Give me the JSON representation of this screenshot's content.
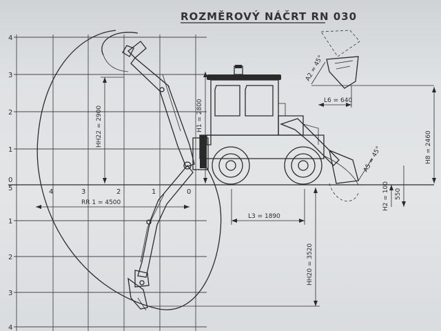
{
  "title": "ROZMĚROVÝ NÁČRT RN 030",
  "grid": {
    "left_ticks": [
      "4",
      "3",
      "2",
      "1",
      "0",
      "5",
      "1",
      "2",
      "3",
      "4"
    ],
    "x_ticks": [
      "4",
      "3",
      "2",
      "1",
      "0"
    ]
  },
  "dimensions": {
    "RR1": "RR 1 = 4500",
    "HH22": "HH22 = 2900",
    "H1": "H1 = 2800",
    "L3": "L3 = 1890",
    "HH20": "HH20 = 3520",
    "L6": "L6 = 640",
    "A2": "A2 = 45°",
    "A5": "A5 = 45°",
    "H8": "H8 = 2460",
    "H2": "H2 = 100",
    "d550": "550"
  }
}
